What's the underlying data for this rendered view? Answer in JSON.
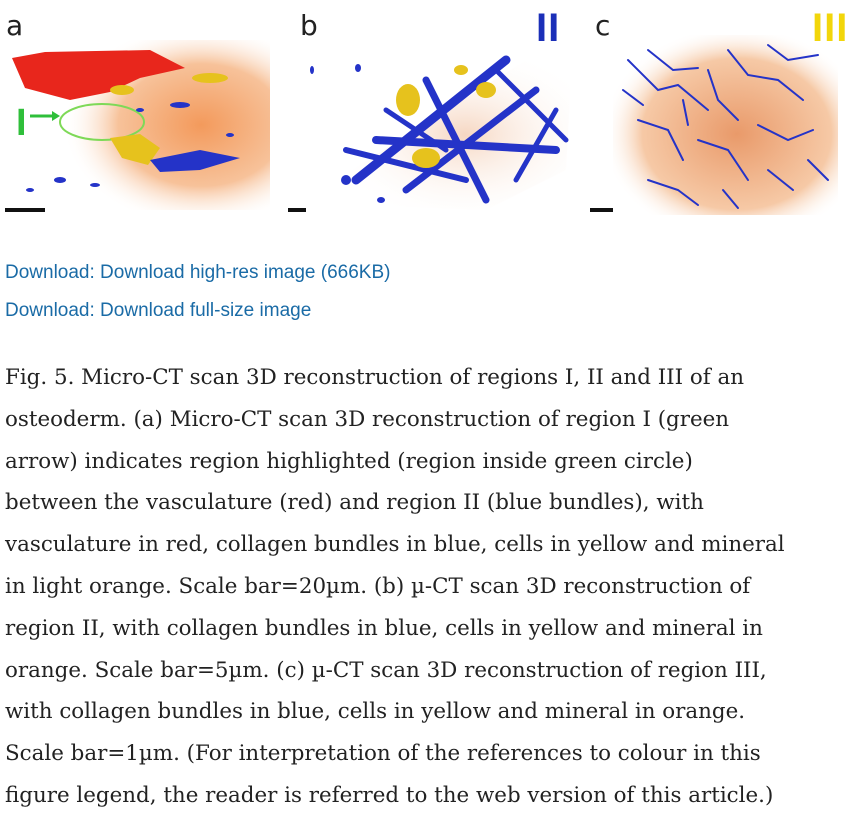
{
  "figure": {
    "panels": [
      {
        "label": "a",
        "region": "I",
        "region_color": "#2fbf3a"
      },
      {
        "label": "b",
        "region": "II",
        "region_color": "#1b2fb8"
      },
      {
        "label": "c",
        "region": "III",
        "region_color": "#f2d60b"
      }
    ]
  },
  "downloads": [
    {
      "text": "Download: Download high-res image (666KB)"
    },
    {
      "text": "Download: Download full-size image"
    }
  ],
  "caption": {
    "lines": [
      "Fig. 5. Micro-CT scan 3D reconstruction of regions I, II and III of an",
      "osteoderm. (a) Micro-CT scan 3D reconstruction of region I (green",
      "arrow) indicates region highlighted (region inside green circle)",
      "between the vasculature (red) and region II (blue bundles), with",
      "vasculature in red, collagen bundles in blue, cells in yellow and mineral",
      "in light orange. Scale bar=20µm. (b) µ-CT scan 3D reconstruction of",
      "region II, with collagen bundles in blue, cells in yellow and mineral in",
      "orange. Scale bar=5µm. (c) µ-CT scan 3D reconstruction of region III,",
      "with collagen bundles in blue, cells in yellow and mineral in orange.",
      "Scale bar=1µm. (For interpretation of the references to colour in this",
      "figure legend, the reader is referred to the web version of this article.)"
    ]
  },
  "colors": {
    "link": "#1a6ba6",
    "vasculature": "#e8261c",
    "collagen": "#2433c8",
    "cells": "#e6c21d",
    "mineral": "#f0a060"
  }
}
